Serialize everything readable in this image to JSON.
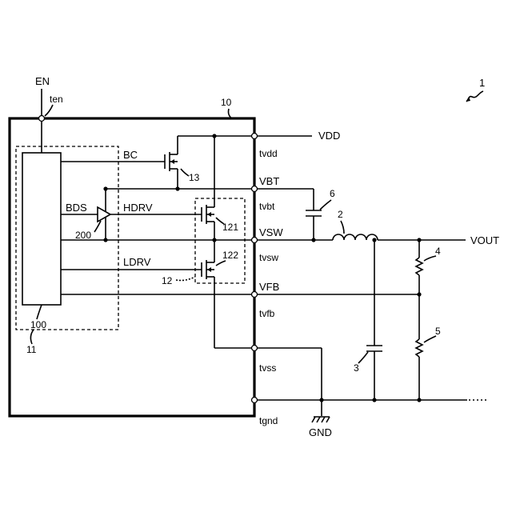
{
  "figure_ref": "1",
  "blocks": {
    "ic": "10",
    "controller": "100",
    "control_circuit": "11",
    "switch_group": "12",
    "bootstrap_switch": "13",
    "high_side_fet": "121",
    "low_side_fet": "122",
    "comparator": "200",
    "inductor": "2",
    "output_capacitor": "3",
    "resistor_top": "4",
    "resistor_bottom": "5",
    "bootstrap_capacitor": "6"
  },
  "signals": {
    "en": "EN",
    "bc": "BC",
    "bds": "BDS",
    "hdrv": "HDRV",
    "ldrv": "LDRV",
    "vdd": "VDD",
    "vbt": "VBT",
    "vsw": "VSW",
    "vfb": "VFB",
    "vout": "VOUT",
    "gnd": "GND"
  },
  "terminals": {
    "ten": "ten",
    "tvdd": "tvdd",
    "tvbt": "tvbt",
    "tvsw": "tvsw",
    "tvfb": "tvfb",
    "tvss": "tvss",
    "tgnd": "tgnd"
  }
}
